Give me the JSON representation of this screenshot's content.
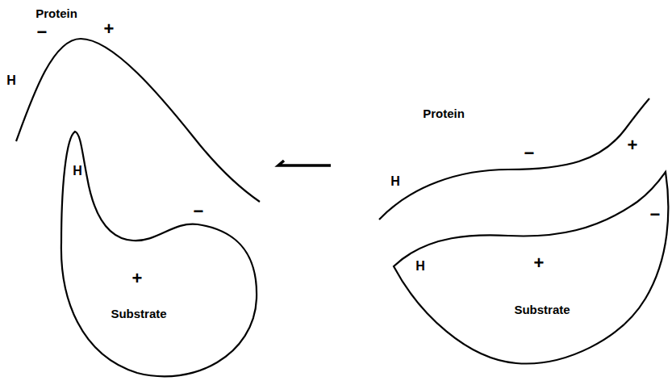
{
  "diagram": {
    "nodes": [
      {
        "text": [
          "H",
          "+",
          "Substrate"
        ]
      },
      {
        "text": [
          "+",
          "H",
          "Substrate"
        ]
      }
    ],
    "labels": [
      "Protein",
      "−",
      "+",
      "H",
      "−",
      "Protein",
      "+",
      "−",
      "H",
      "−"
    ]
  }
}
